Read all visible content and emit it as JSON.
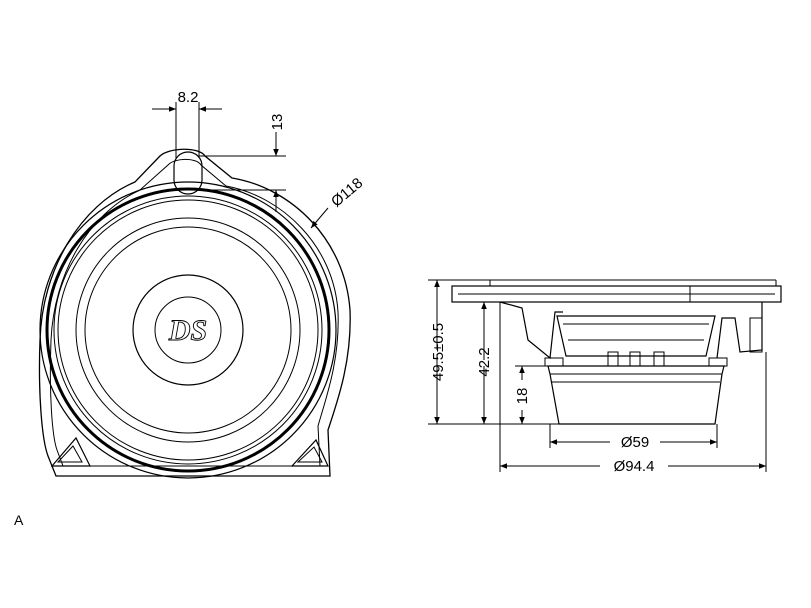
{
  "figure": {
    "panel_label": "A",
    "logo_text": "DS",
    "dimensions": {
      "mount_width": "8.2",
      "mount_height": "13",
      "outer_diameter": "Ø118",
      "total_depth": "49.5±0.5",
      "mount_depth": "42.2",
      "magnet_depth": "18",
      "magnet_diameter": "Ø59",
      "cutout_diameter": "Ø94.4"
    }
  }
}
